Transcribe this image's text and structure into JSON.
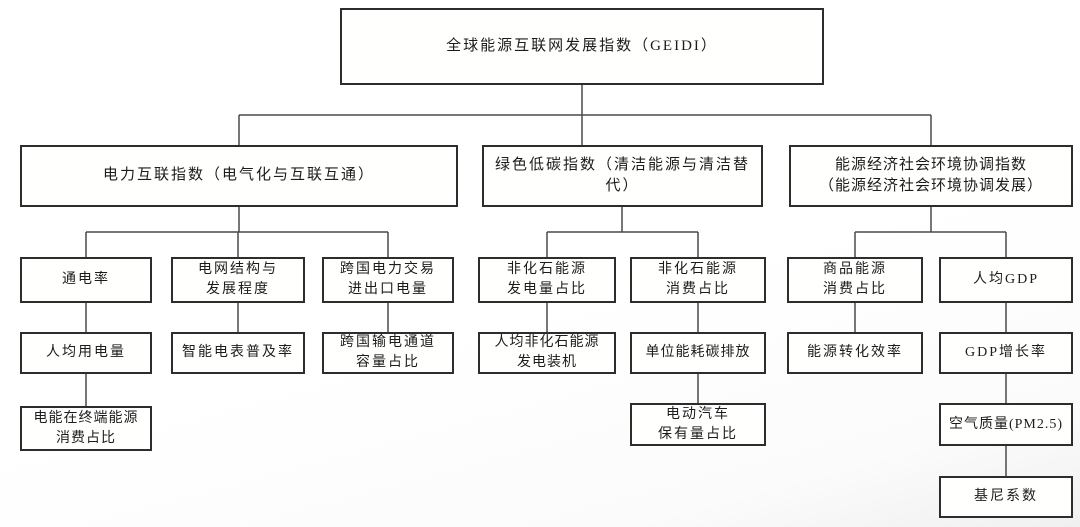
{
  "colors": {
    "box_border": "#2d2d2d",
    "connector": "#4a4a4a",
    "background": "#fdfdfd",
    "text": "#1c1c1c"
  },
  "diagram": {
    "root": {
      "label": "全球能源互联网发展指数（GEIDI）"
    },
    "branches": [
      {
        "label": "电力互联指数（电气化与互联互通）",
        "children": [
          {
            "label": "通电率",
            "children": [
              {
                "label": "人均用电量",
                "children": [
                  {
                    "label": "电能在终端能源\n消费占比"
                  }
                ]
              }
            ]
          },
          {
            "label": "电网结构与\n发展程度",
            "children": [
              {
                "label": "智能电表普及率"
              }
            ]
          },
          {
            "label": "跨国电力交易\n进出口电量",
            "children": [
              {
                "label": "跨国输电通道\n容量占比"
              }
            ]
          }
        ]
      },
      {
        "label": "绿色低碳指数（清洁能源与清洁替代）",
        "children": [
          {
            "label": "非化石能源\n发电量占比",
            "children": [
              {
                "label": "人均非化石能源\n发电装机"
              }
            ]
          },
          {
            "label": "非化石能源\n消费占比",
            "children": [
              {
                "label": "单位能耗碳排放",
                "children": [
                  {
                    "label": "电动汽车\n保有量占比"
                  }
                ]
              }
            ]
          }
        ]
      },
      {
        "label": "能源经济社会环境协调指数\n（能源经济社会环境协调发展）",
        "children": [
          {
            "label": "商品能源\n消费占比",
            "children": [
              {
                "label": "能源转化效率"
              }
            ]
          },
          {
            "label": "人均GDP",
            "children": [
              {
                "label": "GDP增长率",
                "children": [
                  {
                    "label": "空气质量(PM2.5)",
                    "children": [
                      {
                        "label": "基尼系数"
                      }
                    ]
                  }
                ]
              }
            ]
          }
        ]
      }
    ]
  }
}
